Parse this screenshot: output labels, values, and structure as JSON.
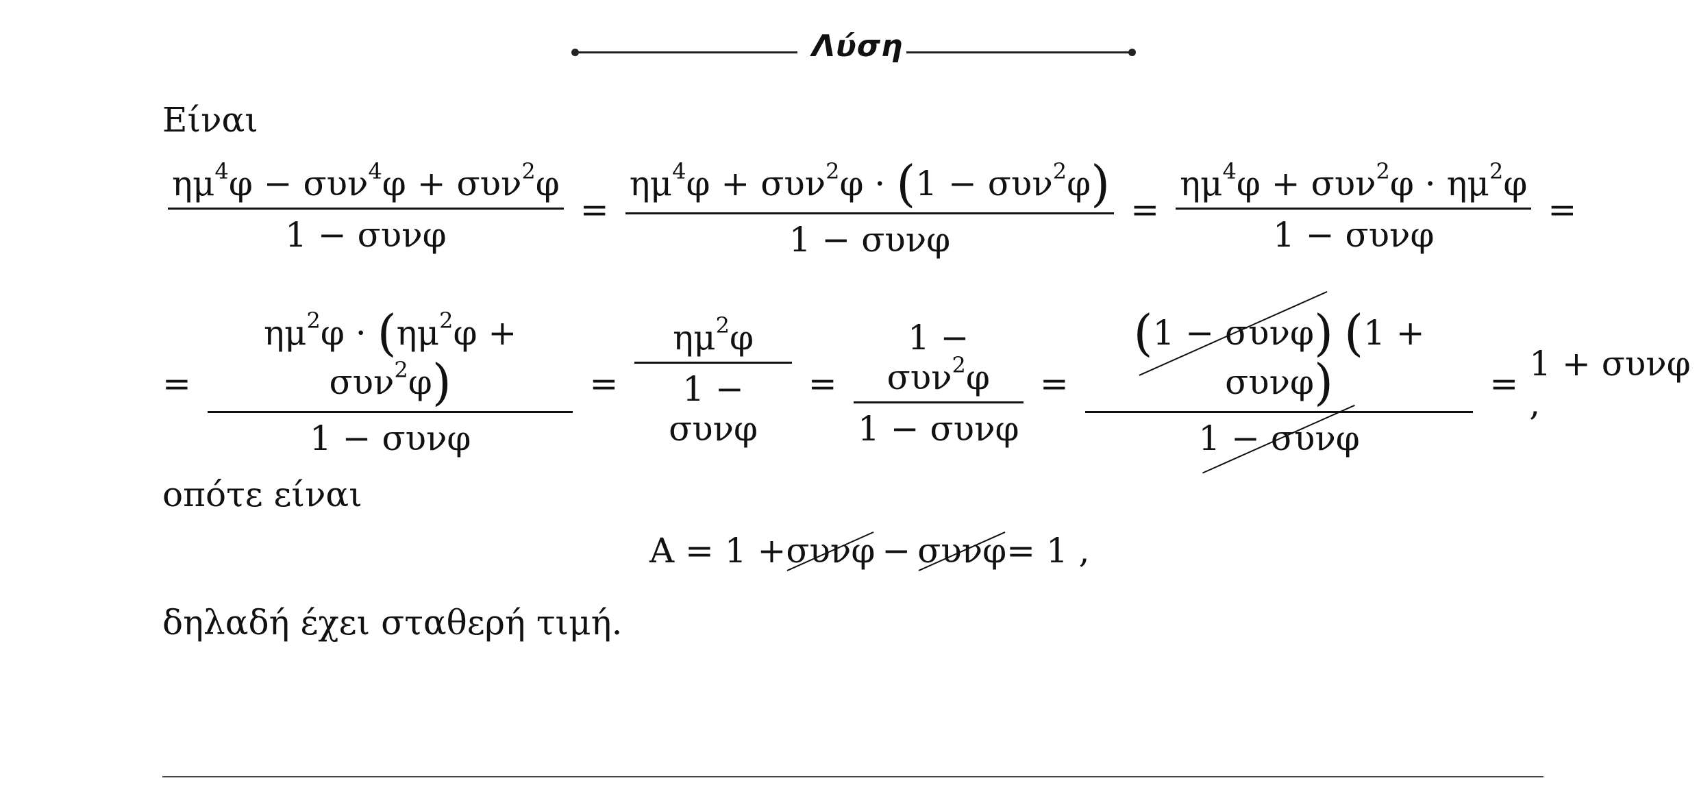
{
  "header": {
    "title": "Λύση"
  },
  "intro": "Είναι",
  "row1": {
    "f1_num_a": "ημ",
    "f1_num_b": "φ − συν",
    "f1_num_c": "φ + συν",
    "f1_num_d": "φ",
    "f1_den": "1 − συνφ",
    "eq": "=",
    "f2_num_a": "ημ",
    "f2_num_b": "φ + συν",
    "f2_num_c": "φ · ",
    "f2_num_d": "1 − συν",
    "f2_num_e": "φ",
    "f2_den": "1 − συνφ",
    "f3_num_a": "ημ",
    "f3_num_b": "φ + συν",
    "f3_num_c": "φ · ημ",
    "f3_num_d": "φ",
    "f3_den": "1 − συνφ",
    "exp4": "4",
    "exp2": "2",
    "lp": "(",
    "rp": ")"
  },
  "row2": {
    "g1_num_a": "ημ",
    "g1_num_b": "φ · ",
    "g1_num_c": "ημ",
    "g1_num_d": "φ + συν",
    "g1_num_e": "φ",
    "g1_den": "1 − συνφ",
    "g2_num_a": "ημ",
    "g2_num_b": "φ",
    "g2_den": "1 − συνφ",
    "g3_num_a": "1 − συν",
    "g3_num_b": "φ",
    "g3_den": "1 − συνφ",
    "g4_num_a": "1 − συνφ",
    "g4_num_b": "1 + συνφ",
    "g4_den": "1 − συνφ",
    "result": "1 + συνφ ,"
  },
  "mid": "οπότε είναι",
  "final_eq": {
    "lhs": "Α = 1 + ",
    "t1": "συνφ",
    "minus": " − ",
    "t2": "συνφ",
    "rhs": " = 1 ,"
  },
  "conclusion": "δηλαδή έχει σταθερή τιμή."
}
